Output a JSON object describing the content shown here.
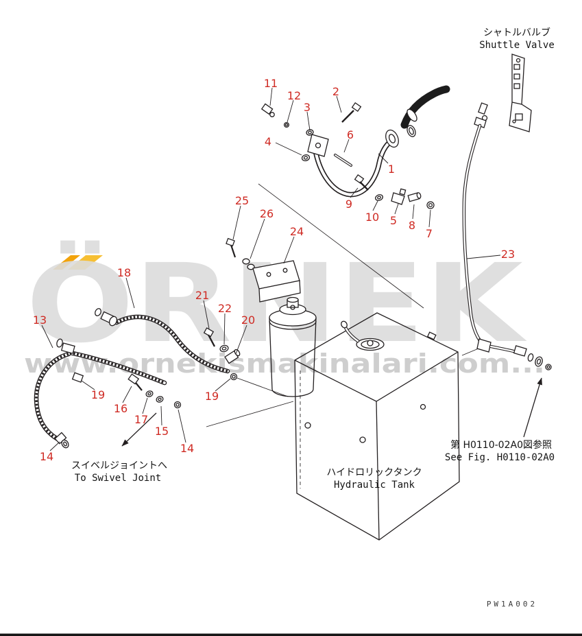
{
  "page": {
    "bg": "#ffffff",
    "line_color": "#231f20",
    "callout_color": "#cf2b24",
    "drawing_code": "PW1A002"
  },
  "labels": {
    "shuttle_valve_jp": "シャトルバルブ",
    "shuttle_valve_en": "Shuttle Valve",
    "swivel_joint_jp": "スイベルジョイントへ",
    "swivel_joint_en": "To Swivel Joint",
    "hydraulic_tank_jp": "ハイドロリックタンク",
    "hydraulic_tank_en": "Hydraulic Tank",
    "see_fig_jp": "第 H0110-02A0図参照",
    "see_fig_en": "See Fig. H0110-02A0"
  },
  "watermark": {
    "brand": "ÖRNEK",
    "url": "www.ornekismakinalari.com...",
    "accent_color": "#f2a30b",
    "text_color": "#dcdcdc"
  },
  "callouts": [
    {
      "label": "11"
    },
    {
      "label": "12"
    },
    {
      "label": "3"
    },
    {
      "label": "2"
    },
    {
      "label": "6"
    },
    {
      "label": "4"
    },
    {
      "label": "9"
    },
    {
      "label": "1"
    },
    {
      "label": "10"
    },
    {
      "label": "5"
    },
    {
      "label": "8"
    },
    {
      "label": "7"
    },
    {
      "label": "25"
    },
    {
      "label": "26"
    },
    {
      "label": "24"
    },
    {
      "label": "23"
    },
    {
      "label": "18"
    },
    {
      "label": "21"
    },
    {
      "label": "22"
    },
    {
      "label": "20"
    },
    {
      "label": "13"
    },
    {
      "label": "19"
    },
    {
      "label": "16"
    },
    {
      "label": "17"
    },
    {
      "label": "15"
    },
    {
      "label": "14"
    },
    {
      "label": "14"
    },
    {
      "label": "19"
    }
  ]
}
